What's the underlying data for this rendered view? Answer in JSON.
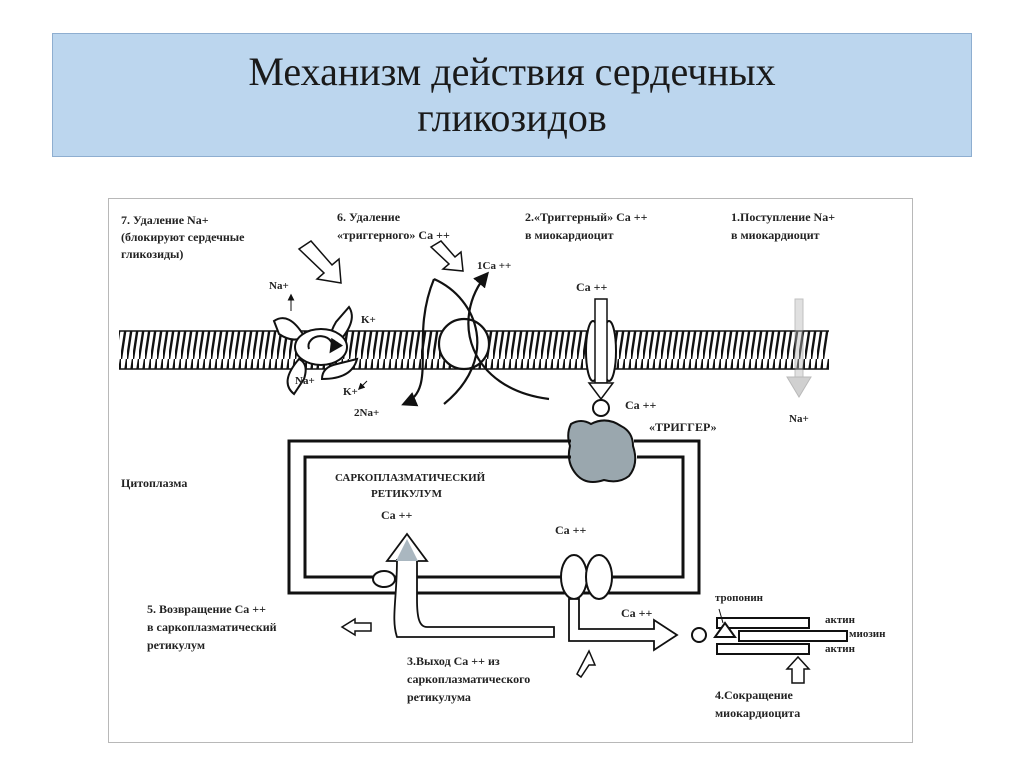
{
  "title": {
    "line1": "Механизм действия сердечных",
    "line2": "гликозидов"
  },
  "diagram": {
    "step7": [
      "7. Удаление Na+",
      "(блокируют сердечные",
      "гликозиды)"
    ],
    "step6": [
      "6. Удаление",
      "«триггерного» Ca ++"
    ],
    "step2": [
      "2.«Триггерный» Ca ++",
      "в миокардиоцит"
    ],
    "step1": [
      "1.Поступление Na+",
      "в миокардиоцит"
    ],
    "na_top": "Na+",
    "k_top": "K+",
    "na_bottom": "Na+",
    "k_bottom": "K+",
    "two_na": "2Na+",
    "one_ca": "1Ca ++",
    "ca_channel": "Ca ++",
    "ca_trigger": "Ca ++",
    "trigger_label": "«ТРИГГЕР»",
    "na_right": "Na+",
    "cytoplasm": "Цитоплазма",
    "sr_label": [
      "САРКОПЛАЗМАТИЧЕСКИЙ",
      "РЕТИКУЛУМ"
    ],
    "ca_return": "Ca ++",
    "ca_release": "Ca ++",
    "ca_out": "Ca ++",
    "step5": [
      "5. Возвращение Ca ++",
      "в саркоплазматический",
      "ретикулум"
    ],
    "step3": [
      "3.Выход Ca ++ из",
      "саркоплазматического",
      "ретикулума"
    ],
    "troponin": "тропонин",
    "actin_top": "актин",
    "myosin": "миозин",
    "actin_bottom": "актин",
    "step4": [
      "4.Сокращение",
      "миокардиоцита"
    ]
  }
}
